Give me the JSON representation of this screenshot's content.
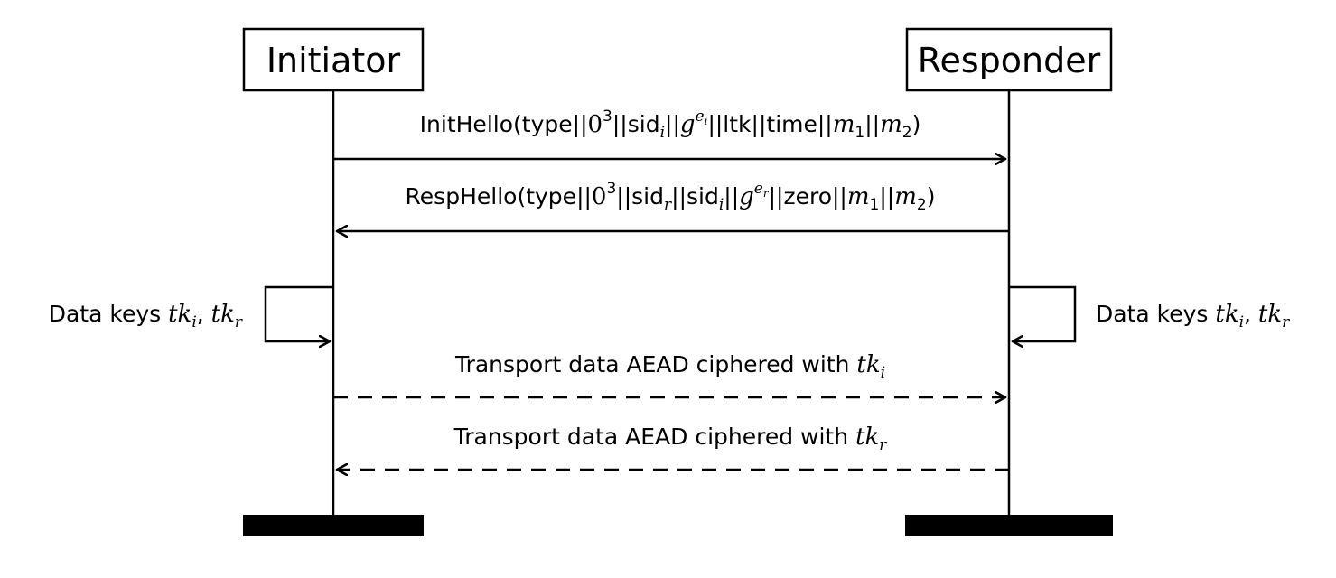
{
  "participants": {
    "initiator": "Initiator",
    "responder": "Responder"
  },
  "messages": {
    "init_hello": {
      "name": "InitHello",
      "open": "(",
      "type": "type",
      "sep": "||",
      "zero": "0",
      "zero_exp": "3",
      "sid": "sid",
      "sid_sub": "i",
      "g": "g",
      "g_exp": "e",
      "g_exp_sub": "i",
      "ltk": "ltk",
      "time": "time",
      "m": "m",
      "m1_sub": "1",
      "m2_sub": "2",
      "close": ")"
    },
    "resp_hello": {
      "name": "RespHello",
      "open": "(",
      "type": "type",
      "sep": "||",
      "zero": "0",
      "zero_exp": "3",
      "sid": "sid",
      "sid_r_sub": "r",
      "sid_i_sub": "i",
      "g": "g",
      "g_exp": "e",
      "g_exp_sub": "r",
      "zero_word": "zero",
      "m": "m",
      "m1_sub": "1",
      "m2_sub": "2",
      "close": ")"
    },
    "transport_i": {
      "text": "Transport data AEAD ciphered with ",
      "tk": "tk",
      "sub": "i"
    },
    "transport_r": {
      "text": "Transport data AEAD ciphered with ",
      "tk": "tk",
      "sub": "r"
    }
  },
  "self_loops": {
    "left": {
      "text": "Data keys ",
      "tk": "tk",
      "sub_i": "i",
      "comma": ", ",
      "sub_r": "r"
    },
    "right": {
      "text": "Data keys ",
      "tk": "tk",
      "sub_i": "i",
      "comma": ", ",
      "sub_r": "r"
    }
  }
}
